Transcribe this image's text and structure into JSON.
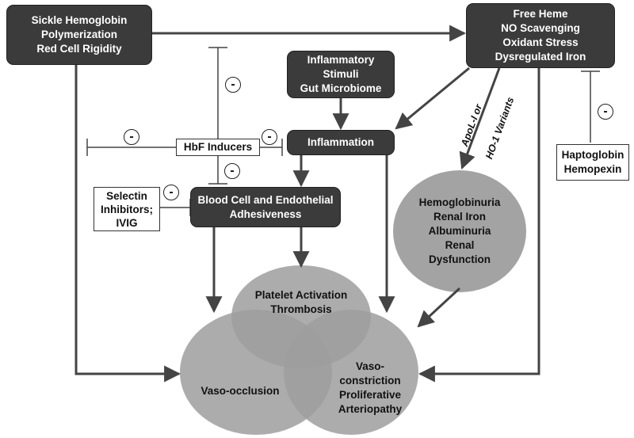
{
  "nodes": {
    "sickle": [
      "Sickle Hemoglobin",
      "Polymerization",
      "Red Cell Rigidity"
    ],
    "heme": [
      "Free Heme",
      "NO Scavenging",
      "Oxidant Stress",
      "Dysregulated Iron"
    ],
    "stimuli": [
      "Inflammatory",
      "Stimuli",
      "Gut Microbiome"
    ],
    "inflammation": [
      "Inflammation"
    ],
    "hbf": [
      "HbF Inducers"
    ],
    "selectin": [
      "Selectin",
      "Inhibitors;",
      "IVIG"
    ],
    "adhesive": [
      "Blood Cell and Endothelial",
      "Adhesiveness"
    ],
    "hapto": [
      "Haptoglobin",
      "Hemopexin"
    ],
    "renal": [
      "Hemoglobinuria",
      "Renal Iron",
      "Albuminuria",
      "Renal",
      "Dysfunction"
    ],
    "platelet": [
      "Platelet Activation",
      "Thrombosis"
    ],
    "vasoocclusion": [
      "Vaso-occlusion"
    ],
    "vasoconstriction": [
      "Vaso-",
      "constriction",
      "Proliferative",
      "Arteriopathy"
    ]
  },
  "inhibit_symbol": "-",
  "edge_labels": {
    "apol": "ApoL-I or",
    "ho1": "HO-1 Variants"
  },
  "colors": {
    "dark_box": "#3b3b3b",
    "oval_fill": "#9e9e9e",
    "line": "#444444"
  }
}
